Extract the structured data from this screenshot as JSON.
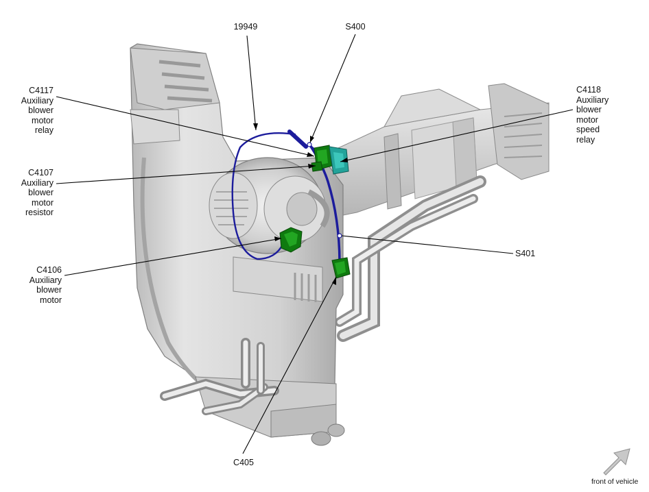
{
  "labels": {
    "c4117": [
      "C4117",
      "Auxiliary",
      "blower",
      "motor",
      "relay"
    ],
    "c4107": [
      "C4107",
      "Auxiliary",
      "blower",
      "motor",
      "resistor"
    ],
    "c4106": [
      "C4106",
      "Auxiliary",
      "blower",
      "motor"
    ],
    "c4118": [
      "C4118",
      "Auxiliary",
      "blower",
      "motor",
      "speed",
      "relay"
    ],
    "s400": "S400",
    "s401": "S401",
    "harness": "19949",
    "c405": "C405"
  },
  "orientation": {
    "caption": "front of vehicle",
    "icon": "front-arrow-icon"
  },
  "colors": {
    "housing": "#d6d6d6",
    "housing_shadow": "#a9a9a9",
    "wire": "#1c1c9c",
    "connector_dark": "#0f7a0f",
    "connector_green": "#22a622",
    "connector_teal": "#23a39a",
    "leader": "#000000"
  }
}
